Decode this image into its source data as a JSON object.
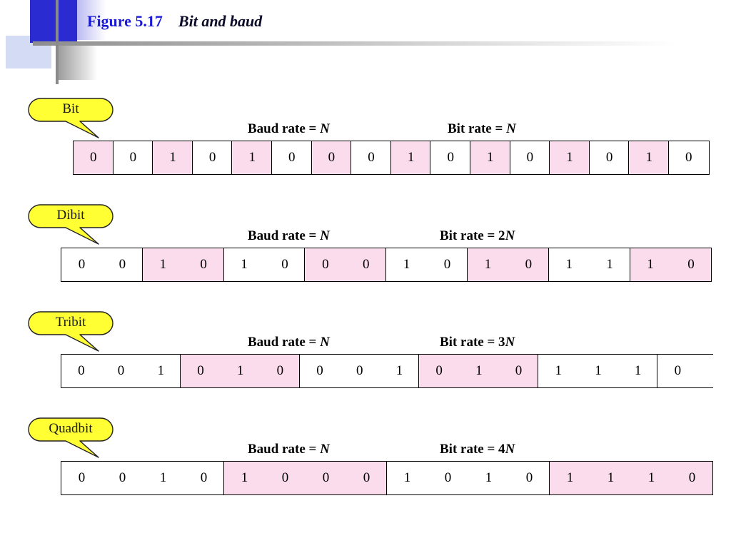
{
  "title": {
    "figure_number": "Figure 5.17",
    "caption": "Bit and baud"
  },
  "rows": [
    {
      "label": "Bit",
      "baud_rate": {
        "label": "Baud rate = ",
        "value": "N"
      },
      "bit_rate": {
        "label": "Bit rate = ",
        "value": "N"
      },
      "bits_per_signal": 1,
      "bits": [
        "0",
        "0",
        "1",
        "0",
        "1",
        "0",
        "0",
        "0",
        "1",
        "0",
        "1",
        "0",
        "1",
        "0",
        "1",
        "0"
      ],
      "highlighted_groups": [
        0,
        2,
        4,
        6,
        8,
        10,
        12,
        14
      ]
    },
    {
      "label": "Dibit",
      "baud_rate": {
        "label": "Baud rate = ",
        "value": "N"
      },
      "bit_rate": {
        "label": "Bit rate = 2",
        "value": "N"
      },
      "bits_per_signal": 2,
      "bits": [
        "0",
        "0",
        "1",
        "0",
        "1",
        "0",
        "0",
        "0",
        "1",
        "0",
        "1",
        "0",
        "1",
        "1",
        "1",
        "0"
      ],
      "highlighted_groups": [
        1,
        3,
        5,
        7
      ]
    },
    {
      "label": "Tribit",
      "baud_rate": {
        "label": "Baud rate = ",
        "value": "N"
      },
      "bit_rate": {
        "label": "Bit rate = 3",
        "value": "N"
      },
      "bits_per_signal": 3,
      "bits": [
        "0",
        "0",
        "1",
        "0",
        "1",
        "0",
        "0",
        "0",
        "1",
        "0",
        "1",
        "0",
        "1",
        "1",
        "1",
        "0"
      ],
      "highlighted_groups": [
        1,
        3
      ]
    },
    {
      "label": "Quadbit",
      "baud_rate": {
        "label": "Baud rate = ",
        "value": "N"
      },
      "bit_rate": {
        "label": "Bit rate = 4",
        "value": "N"
      },
      "bits_per_signal": 4,
      "bits": [
        "0",
        "0",
        "1",
        "0",
        "1",
        "0",
        "0",
        "0",
        "1",
        "0",
        "1",
        "0",
        "1",
        "1",
        "1",
        "0"
      ],
      "highlighted_groups": [
        1,
        3
      ]
    }
  ],
  "colors": {
    "highlight": "#fbdcec",
    "callout_fill": "#ffff33",
    "title": "#1a1ad6"
  }
}
